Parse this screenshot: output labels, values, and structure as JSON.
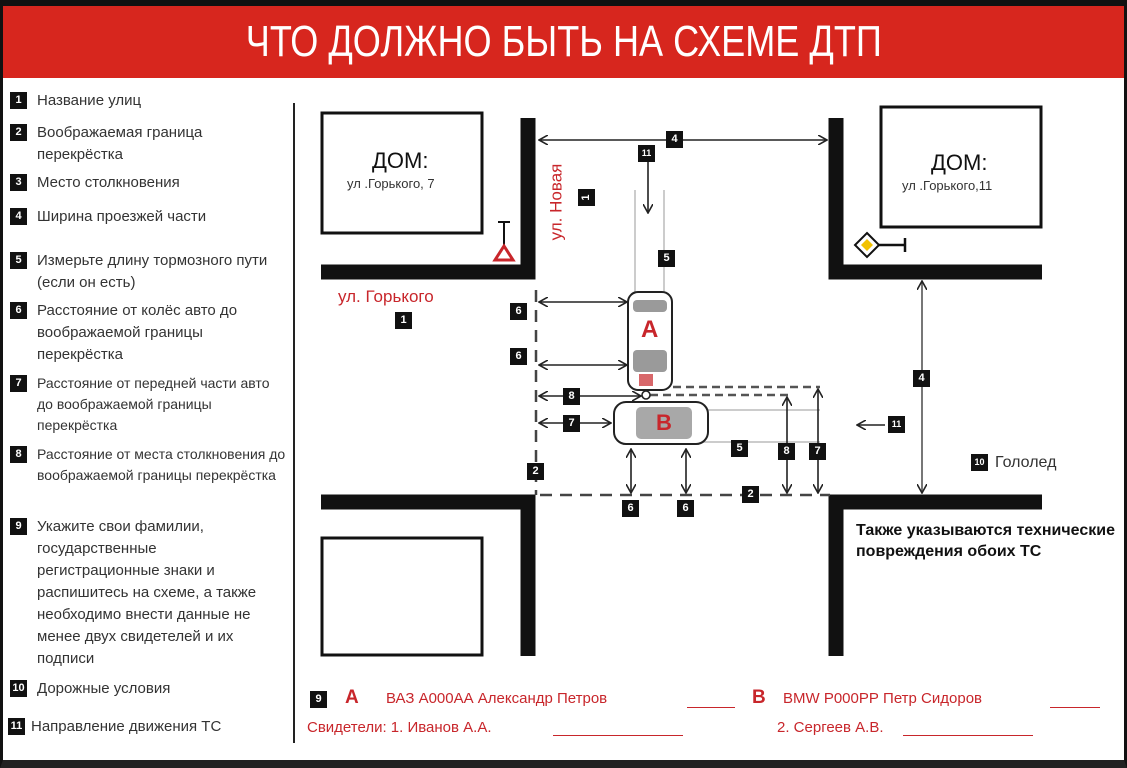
{
  "title": "ЧТО ДОЛЖНО БЫТЬ НА СХЕМЕ ДТП",
  "legend": [
    {
      "num": "1",
      "text": "Название улиц"
    },
    {
      "num": "2",
      "text": "Воображаемая граница перекрёстка"
    },
    {
      "num": "3",
      "text": "Место столкновения"
    },
    {
      "num": "4",
      "text": "Ширина проезжей части"
    },
    {
      "num": "5",
      "text": "Измерьте длину тормозного пути (если он есть)"
    },
    {
      "num": "6",
      "text": "Расстояние от колёс авто до воображаемой границы перекрёстка"
    },
    {
      "num": "7",
      "text": "Расстояние от передней части авто до воображаемой границы перекрёстка"
    },
    {
      "num": "8",
      "text": "Расстояние от места столкновения до воображаемой границы перекрёстка"
    },
    {
      "num": "9",
      "text": "Укажите свои фамилии, государственные регистрационные знаки и распишитесь на схеме, а также необходимо внести данные не менее двух свидетелей и их подписи"
    },
    {
      "num": "10",
      "text": "Дорожные условия"
    },
    {
      "num": "11",
      "text": "Направление движения ТС"
    }
  ],
  "scheme": {
    "house_left": {
      "title": "ДОМ:",
      "address": "ул .Горького, 7"
    },
    "house_right": {
      "title": "ДОМ:",
      "address": "ул .Горького,11"
    },
    "street_horizontal": "ул. Горького",
    "street_vertical": "ул. Новая",
    "car_a_label": "А",
    "car_b_label": "В",
    "road_condition_num": "10",
    "road_condition": "Гололед",
    "damage_note": "Также указываются технические повреждения обоих ТС",
    "badges": {
      "street1": "1",
      "street2": "1",
      "border_v": "2",
      "border_h": "2",
      "width_top": "4",
      "width_right": "4",
      "brake_a": "5",
      "brake_b": "5",
      "wheel_a1": "6",
      "wheel_a2": "6",
      "wheel_b1": "6",
      "wheel_b2": "6",
      "front_b": "7",
      "front_right": "7",
      "collision_left": "8",
      "collision_right": "8",
      "dir_a": "11",
      "dir_b": "11"
    },
    "colors": {
      "accent": "#d7261e",
      "text_red": "#c8262b",
      "ink": "#111111",
      "sign_yellow": "#f2c200"
    }
  },
  "signatures": {
    "num": "9",
    "a_letter": "А",
    "a_text": "ВАЗ А000АА Александр Петров",
    "b_letter": "В",
    "b_text": "BMW Р000РР  Петр Сидоров",
    "witnesses_label": "Свидетели: 1. Иванов А.А.",
    "witness2": "2. Сергеев А.В."
  }
}
